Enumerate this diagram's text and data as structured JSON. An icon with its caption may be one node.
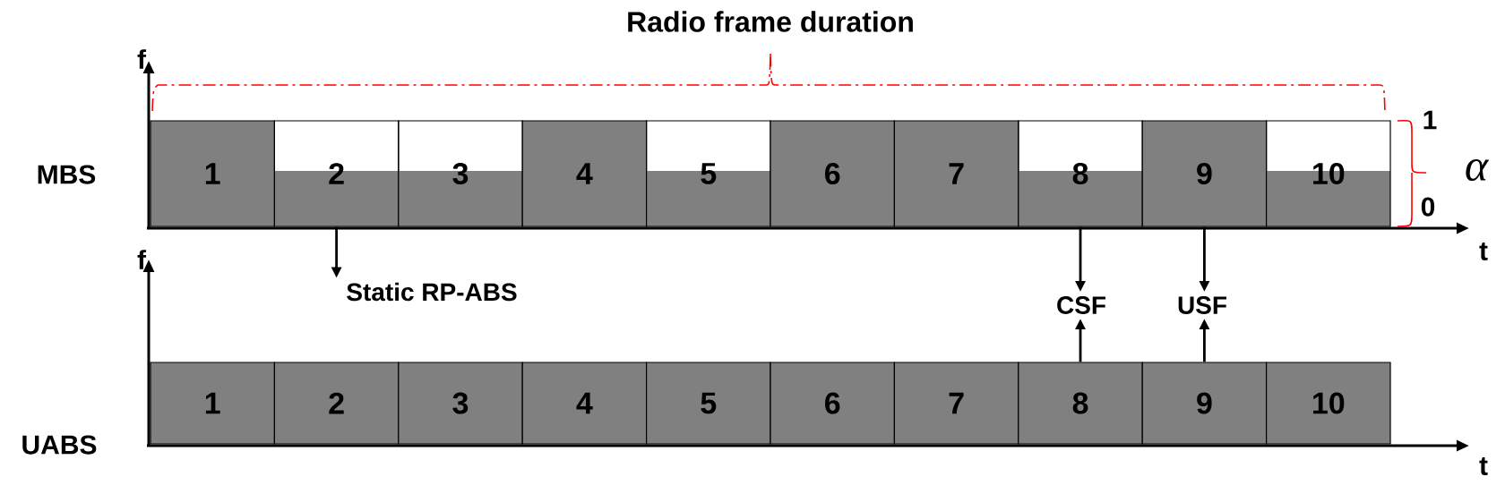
{
  "diagram": {
    "nodes": [
      {
        "text": [
          "1"
        ]
      },
      {
        "text": [
          "2"
        ]
      },
      {
        "text": [
          "3"
        ]
      },
      {
        "text": [
          "4"
        ]
      },
      {
        "text": [
          "5"
        ]
      },
      {
        "text": [
          "6"
        ]
      },
      {
        "text": [
          "7"
        ]
      },
      {
        "text": [
          "8"
        ]
      },
      {
        "text": [
          "9"
        ]
      },
      {
        "text": [
          "10"
        ]
      },
      {
        "text": [
          "1"
        ]
      },
      {
        "text": [
          "2"
        ]
      },
      {
        "text": [
          "3"
        ]
      },
      {
        "text": [
          "4"
        ]
      },
      {
        "text": [
          "5"
        ]
      },
      {
        "text": [
          "6"
        ]
      },
      {
        "text": [
          "7"
        ]
      },
      {
        "text": [
          "8"
        ]
      },
      {
        "text": [
          "9"
        ]
      },
      {
        "text": [
          "10"
        ]
      },
      {
        "text": [
          "Static RP-ABS"
        ]
      },
      {
        "text": [
          "CSF"
        ]
      },
      {
        "text": [
          "USF"
        ]
      }
    ],
    "edges": [
      {
        "from": 1,
        "to": 20,
        "arrow": "to"
      },
      {
        "from": 7,
        "to": 21,
        "arrow": "to"
      },
      {
        "from": 8,
        "to": 22,
        "arrow": "to"
      },
      {
        "from": 17,
        "to": 21,
        "arrow": "to"
      },
      {
        "from": 18,
        "to": 22,
        "arrow": "to"
      }
    ],
    "labels": [
      "Radio frame duration",
      "f",
      "1",
      "MBS",
      "α",
      "0",
      "t",
      "f",
      "UABS",
      "t"
    ]
  }
}
